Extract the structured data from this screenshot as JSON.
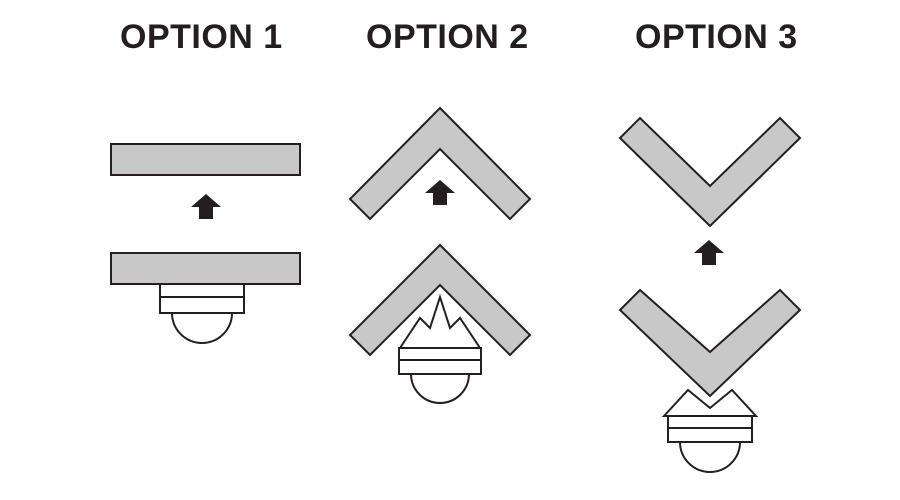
{
  "options": [
    {
      "label": "OPTION 1",
      "mount": "flat-surface"
    },
    {
      "label": "OPTION 2",
      "mount": "inside-corner"
    },
    {
      "label": "OPTION 3",
      "mount": "outside-corner"
    }
  ],
  "colors": {
    "bar_fill": "#c8c8c8",
    "outline": "#231f20",
    "arrow": "#231f20",
    "camera_fill": "#ffffff",
    "background": "#ffffff"
  },
  "icons": {
    "up_arrow": "up-arrow-icon",
    "camera": "dome-camera-icon"
  }
}
